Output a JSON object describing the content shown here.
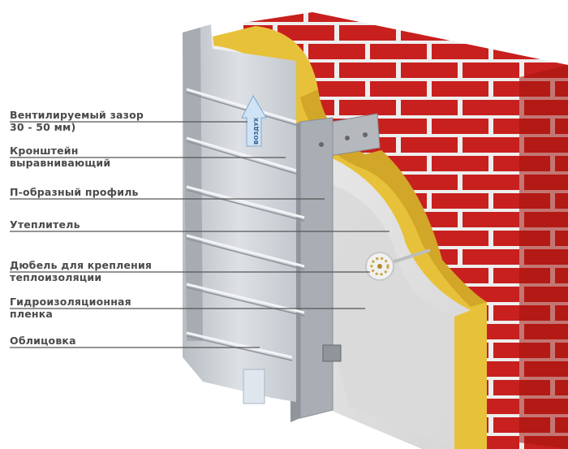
{
  "diagram": {
    "labels": [
      {
        "id": "vent-gap",
        "lines": [
          "Вентилируемый зазор",
          "30 - 50 мм)"
        ]
      },
      {
        "id": "bracket",
        "lines": [
          "Кронштейн",
          "выравнивающий"
        ]
      },
      {
        "id": "profile",
        "lines": [
          "П-образный профиль"
        ]
      },
      {
        "id": "insulation",
        "lines": [
          "Утеплитель"
        ]
      },
      {
        "id": "dowel",
        "lines": [
          "Дюбель для крепления",
          "теплоизоляции"
        ]
      },
      {
        "id": "membrane",
        "lines": [
          "Гидроизоляционная",
          "пленка"
        ]
      },
      {
        "id": "cladding",
        "lines": [
          "Облицовка"
        ]
      }
    ],
    "airflow_text": "ВОЗДУХ",
    "colors": {
      "brick": "#c8201e",
      "brick_dark": "#9a1512",
      "mortar": "#eeeeee",
      "insulation": "#e8c13a",
      "insulation_dark": "#c99a22",
      "membrane": "#e3e3e3",
      "metal": "#a9aeb4",
      "cladding": "#c9ced4",
      "leader": "#555555",
      "label": "#4a4a4a"
    }
  }
}
